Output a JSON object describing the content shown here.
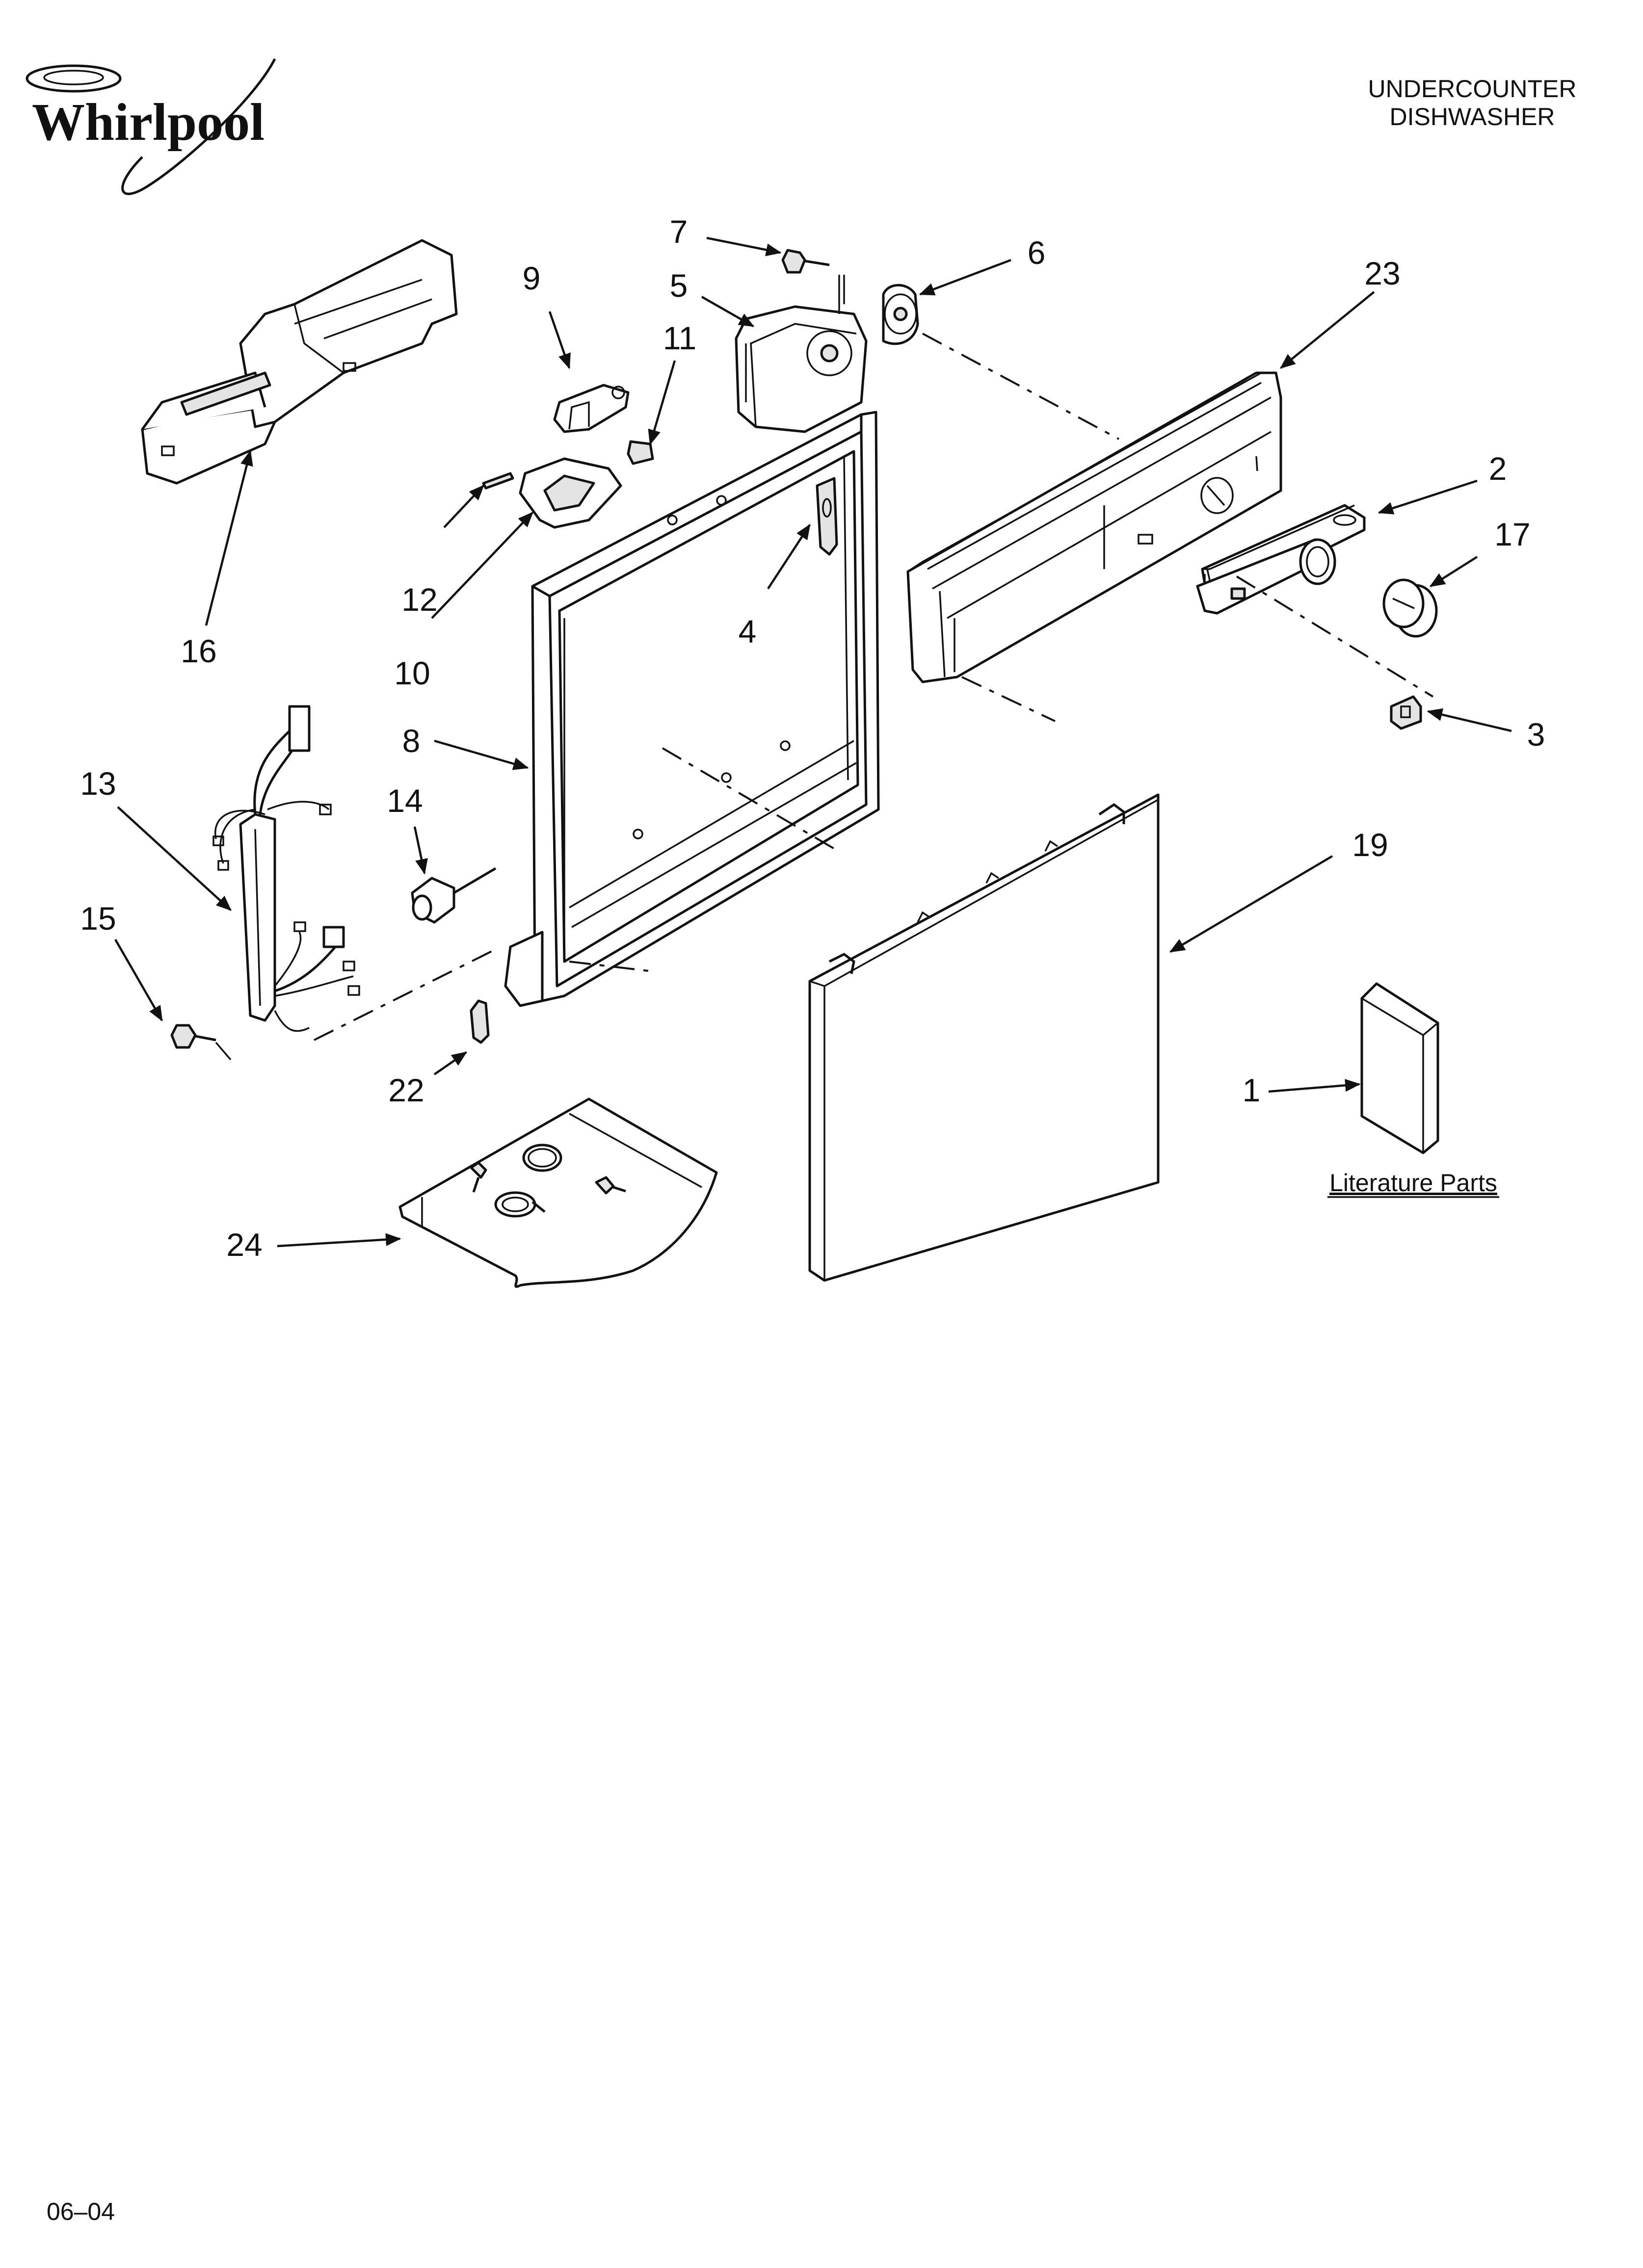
{
  "brand": {
    "name": "Whirlpool"
  },
  "header": {
    "line1": "UNDERCOUNTER",
    "line2": "DISHWASHER"
  },
  "callouts": [
    "1",
    "2",
    "3",
    "4",
    "5",
    "6",
    "7",
    "8",
    "9",
    "10",
    "11",
    "12",
    "13",
    "14",
    "15",
    "16",
    "17",
    "19",
    "22",
    "23",
    "24"
  ],
  "literature_label": "Literature Parts",
  "footer": {
    "date_code": "06–04"
  },
  "colors": {
    "ink": "#111111",
    "paper": "#ffffff",
    "shade": "#e4e4e4"
  }
}
